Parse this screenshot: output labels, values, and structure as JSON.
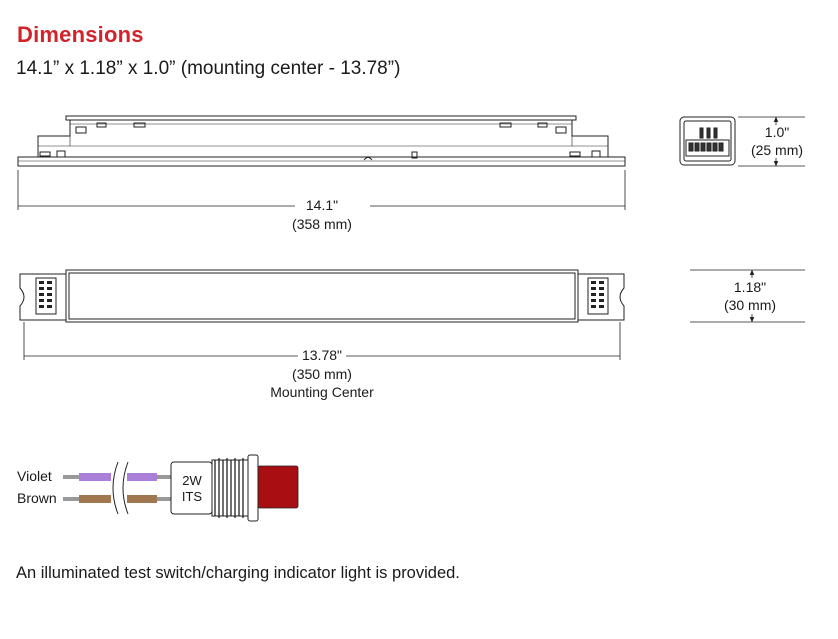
{
  "header": {
    "title": "Dimensions",
    "subtitle": "14.1” x 1.18” x 1.0” (mounting center - 13.78”)"
  },
  "side_view": {
    "length_in": "14.1\"",
    "length_mm": "(358 mm)"
  },
  "end_view": {
    "height_in": "1.0\"",
    "height_mm": "(25 mm)"
  },
  "top_view": {
    "mount_in": "13.78\"",
    "mount_mm": "(350 mm)",
    "mount_label": "Mounting Center",
    "width_in": "1.18\"",
    "width_mm": "(30 mm)"
  },
  "test_switch": {
    "wire_1": "Violet",
    "wire_2": "Brown",
    "rating": "2W",
    "type": "ITS",
    "colors": {
      "violet": "#a97fd8",
      "brown": "#a0774f",
      "lens": "#a80f12"
    }
  },
  "footer": {
    "note": "An illuminated test switch/charging indicator light is provided."
  }
}
